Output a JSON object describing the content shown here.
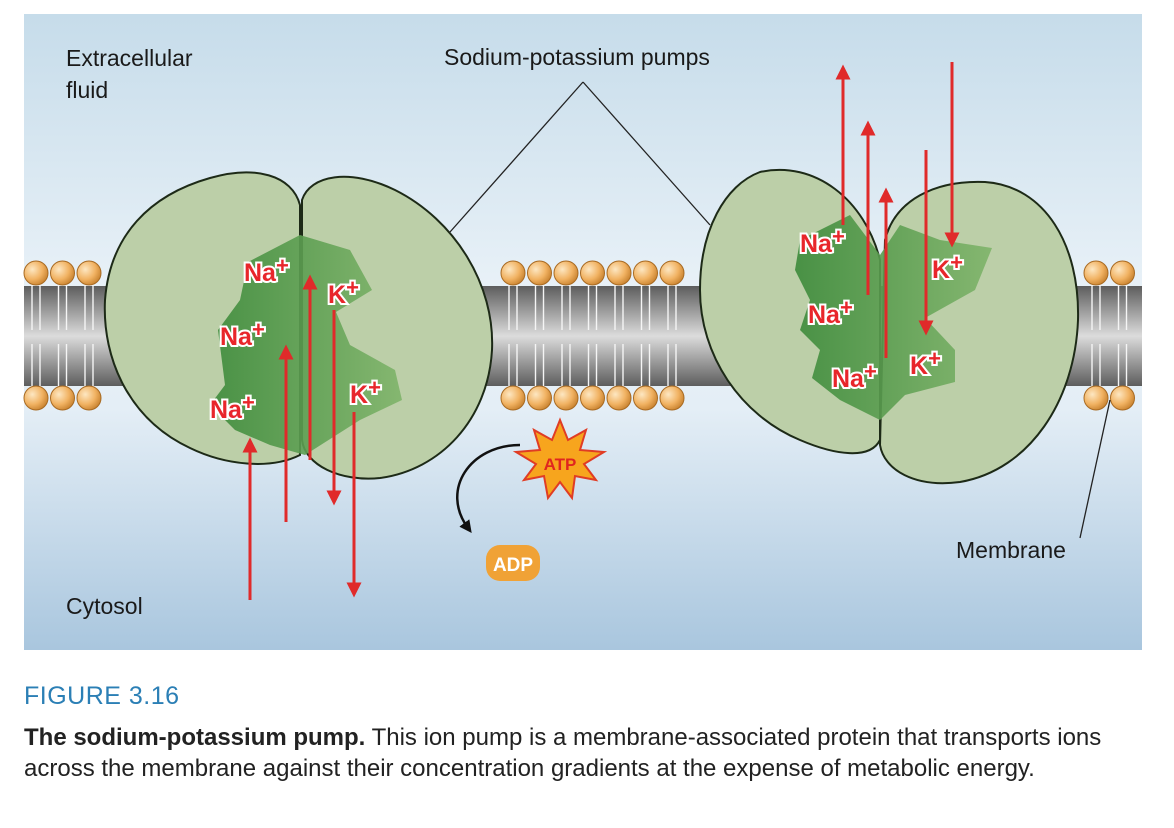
{
  "labels": {
    "extracellular_line1": "Extracellular",
    "extracellular_line2": "fluid",
    "pumps": "Sodium-potassium pumps",
    "cytosol": "Cytosol",
    "membrane": "Membrane",
    "atp": "ATP",
    "adp": "ADP"
  },
  "ions": {
    "na": "Na",
    "k": "K",
    "plus": "+"
  },
  "caption": {
    "figure_number": "FIGURE 3.16",
    "title": "The sodium-potassium pump.",
    "body": " This ion pump is a membrane-associated protein that transports ions across the membrane against their concentration gradients at the expense of metabolic energy."
  },
  "colors": {
    "background_top": "#c5dbe9",
    "background_bottom": "#a9c6de",
    "protein": "#bccfa8",
    "protein_dark": "#3f8a3c",
    "arrow": "#e02a2a",
    "lipid_head": "#f0b060",
    "membrane_core": "#a4a4a4",
    "atp_star": "#f7a51d",
    "adp_badge": "#f0a236",
    "figure_number": "#2b7fb5"
  }
}
